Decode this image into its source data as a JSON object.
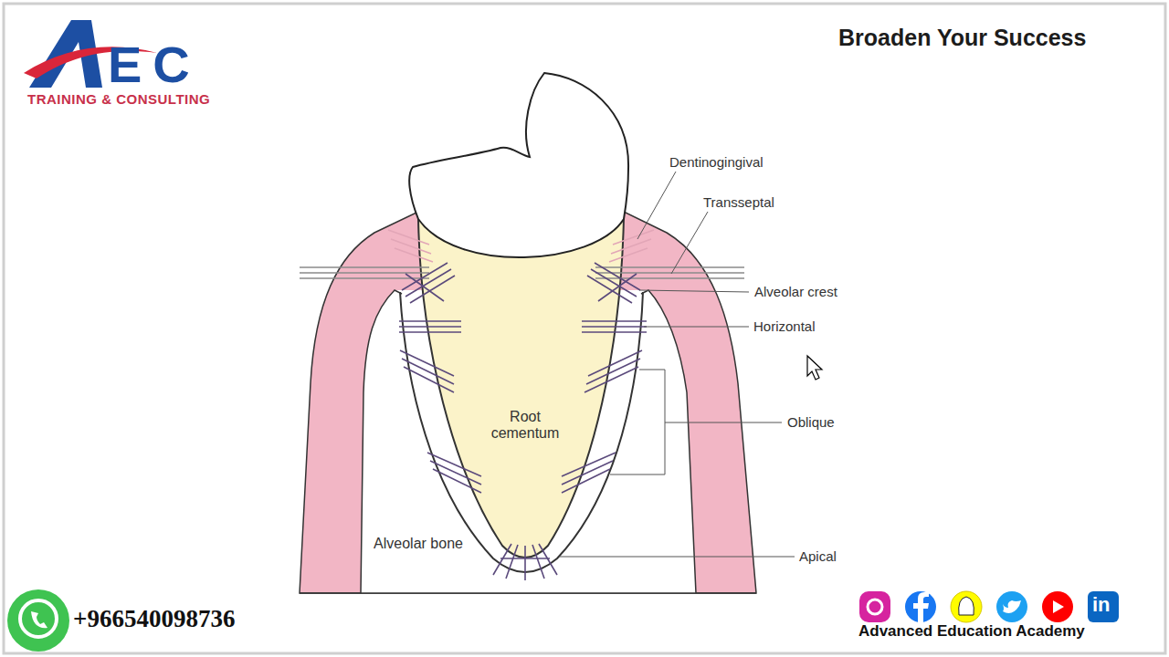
{
  "diagram": {
    "labels": [
      "EC",
      "TRAINING & CONSULTING",
      "Broaden Your Success",
      "Dentinogingival",
      "Transseptal",
      "Alveolar crest",
      "Horizontal",
      "Oblique",
      "Apical",
      "Root cementum",
      "Alveolar bone",
      "+966540098736",
      "in",
      "Advanced Education Academy"
    ]
  }
}
